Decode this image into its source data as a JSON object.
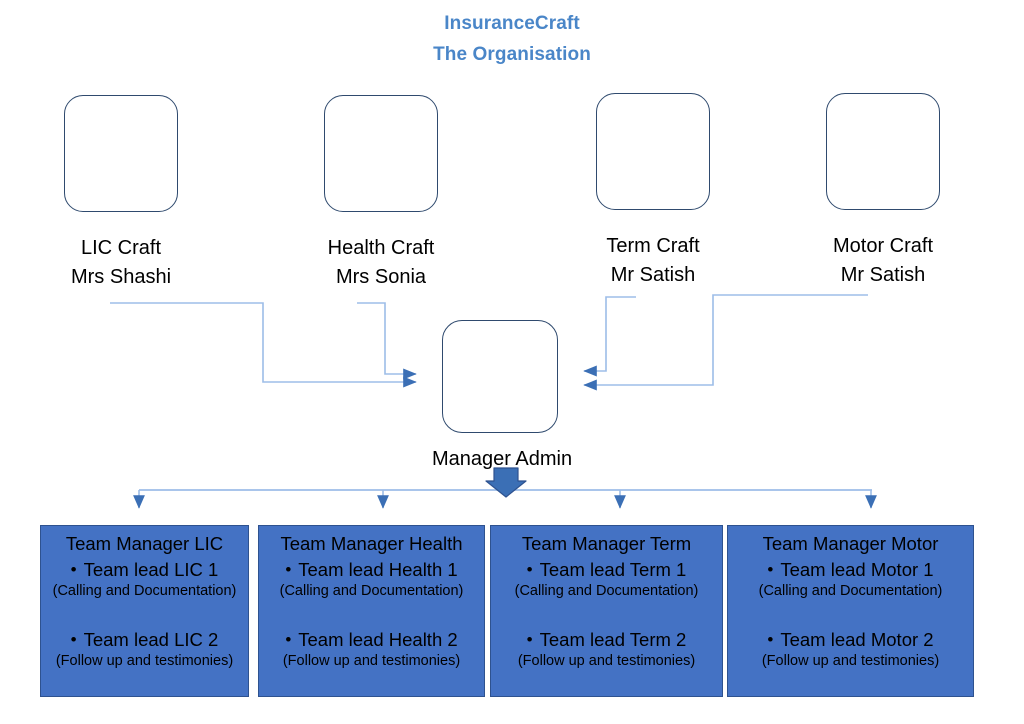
{
  "title": {
    "line1": "InsuranceCraft",
    "line2": "The Organisation",
    "color": "#4A86C8"
  },
  "colors": {
    "node_border": "#2F4A6E",
    "team_fill": "#4472C4",
    "team_border": "#2E528F",
    "connector": "#9DBDE8",
    "arrow": "#3B6FB5"
  },
  "crafts": [
    {
      "name": "LIC Craft",
      "owner": "Mrs Shashi"
    },
    {
      "name": "Health Craft",
      "owner": "Mrs Sonia"
    },
    {
      "name": "Term Craft",
      "owner": "Mr Satish"
    },
    {
      "name": "Motor Craft",
      "owner": "Mr Satish"
    }
  ],
  "admin": {
    "label": "Manager Admin"
  },
  "teams": [
    {
      "title": "Team Manager LIC",
      "leads": [
        {
          "name": "Team lead LIC 1",
          "role": "(Calling and Documentation)"
        },
        {
          "name": "Team lead LIC 2",
          "role": "(Follow up and testimonies)"
        }
      ]
    },
    {
      "title": "Team Manager Health",
      "leads": [
        {
          "name": "Team lead Health 1",
          "role": "(Calling and Documentation)"
        },
        {
          "name": "Team lead Health 2",
          "role": "(Follow up and testimonies)"
        }
      ]
    },
    {
      "title": "Team Manager Term",
      "leads": [
        {
          "name": "Team lead Term 1",
          "role": "(Calling and Documentation)"
        },
        {
          "name": "Team lead Term 2",
          "role": "(Follow up and testimonies)"
        }
      ]
    },
    {
      "title": "Team Manager Motor",
      "leads": [
        {
          "name": "Team lead Motor 1",
          "role": "(Calling and Documentation)"
        },
        {
          "name": "Team lead Motor 2",
          "role": "(Follow up and testimonies)"
        }
      ]
    }
  ],
  "bullet_glyph": "•"
}
